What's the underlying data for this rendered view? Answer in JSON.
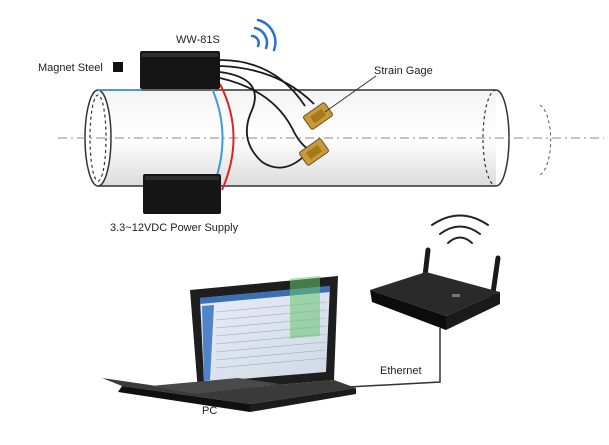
{
  "labels": {
    "device": "WW-81S",
    "magnet": "Magnet Steel",
    "strain_gage": "Strain Gage",
    "power_supply": "3.3~12VDC Power Supply",
    "ethernet": "Ethernet",
    "pc": "PC"
  },
  "colors": {
    "wireless_signal": "#2b6fd6",
    "positive_wire": "#d9262c",
    "negative_wire": "#3a9be0",
    "gage_gold": "#c79a3a",
    "device_black": "#151515"
  },
  "icons": {
    "signal": "wifi-signal-icon",
    "magnet_marker": "black-square-icon"
  }
}
